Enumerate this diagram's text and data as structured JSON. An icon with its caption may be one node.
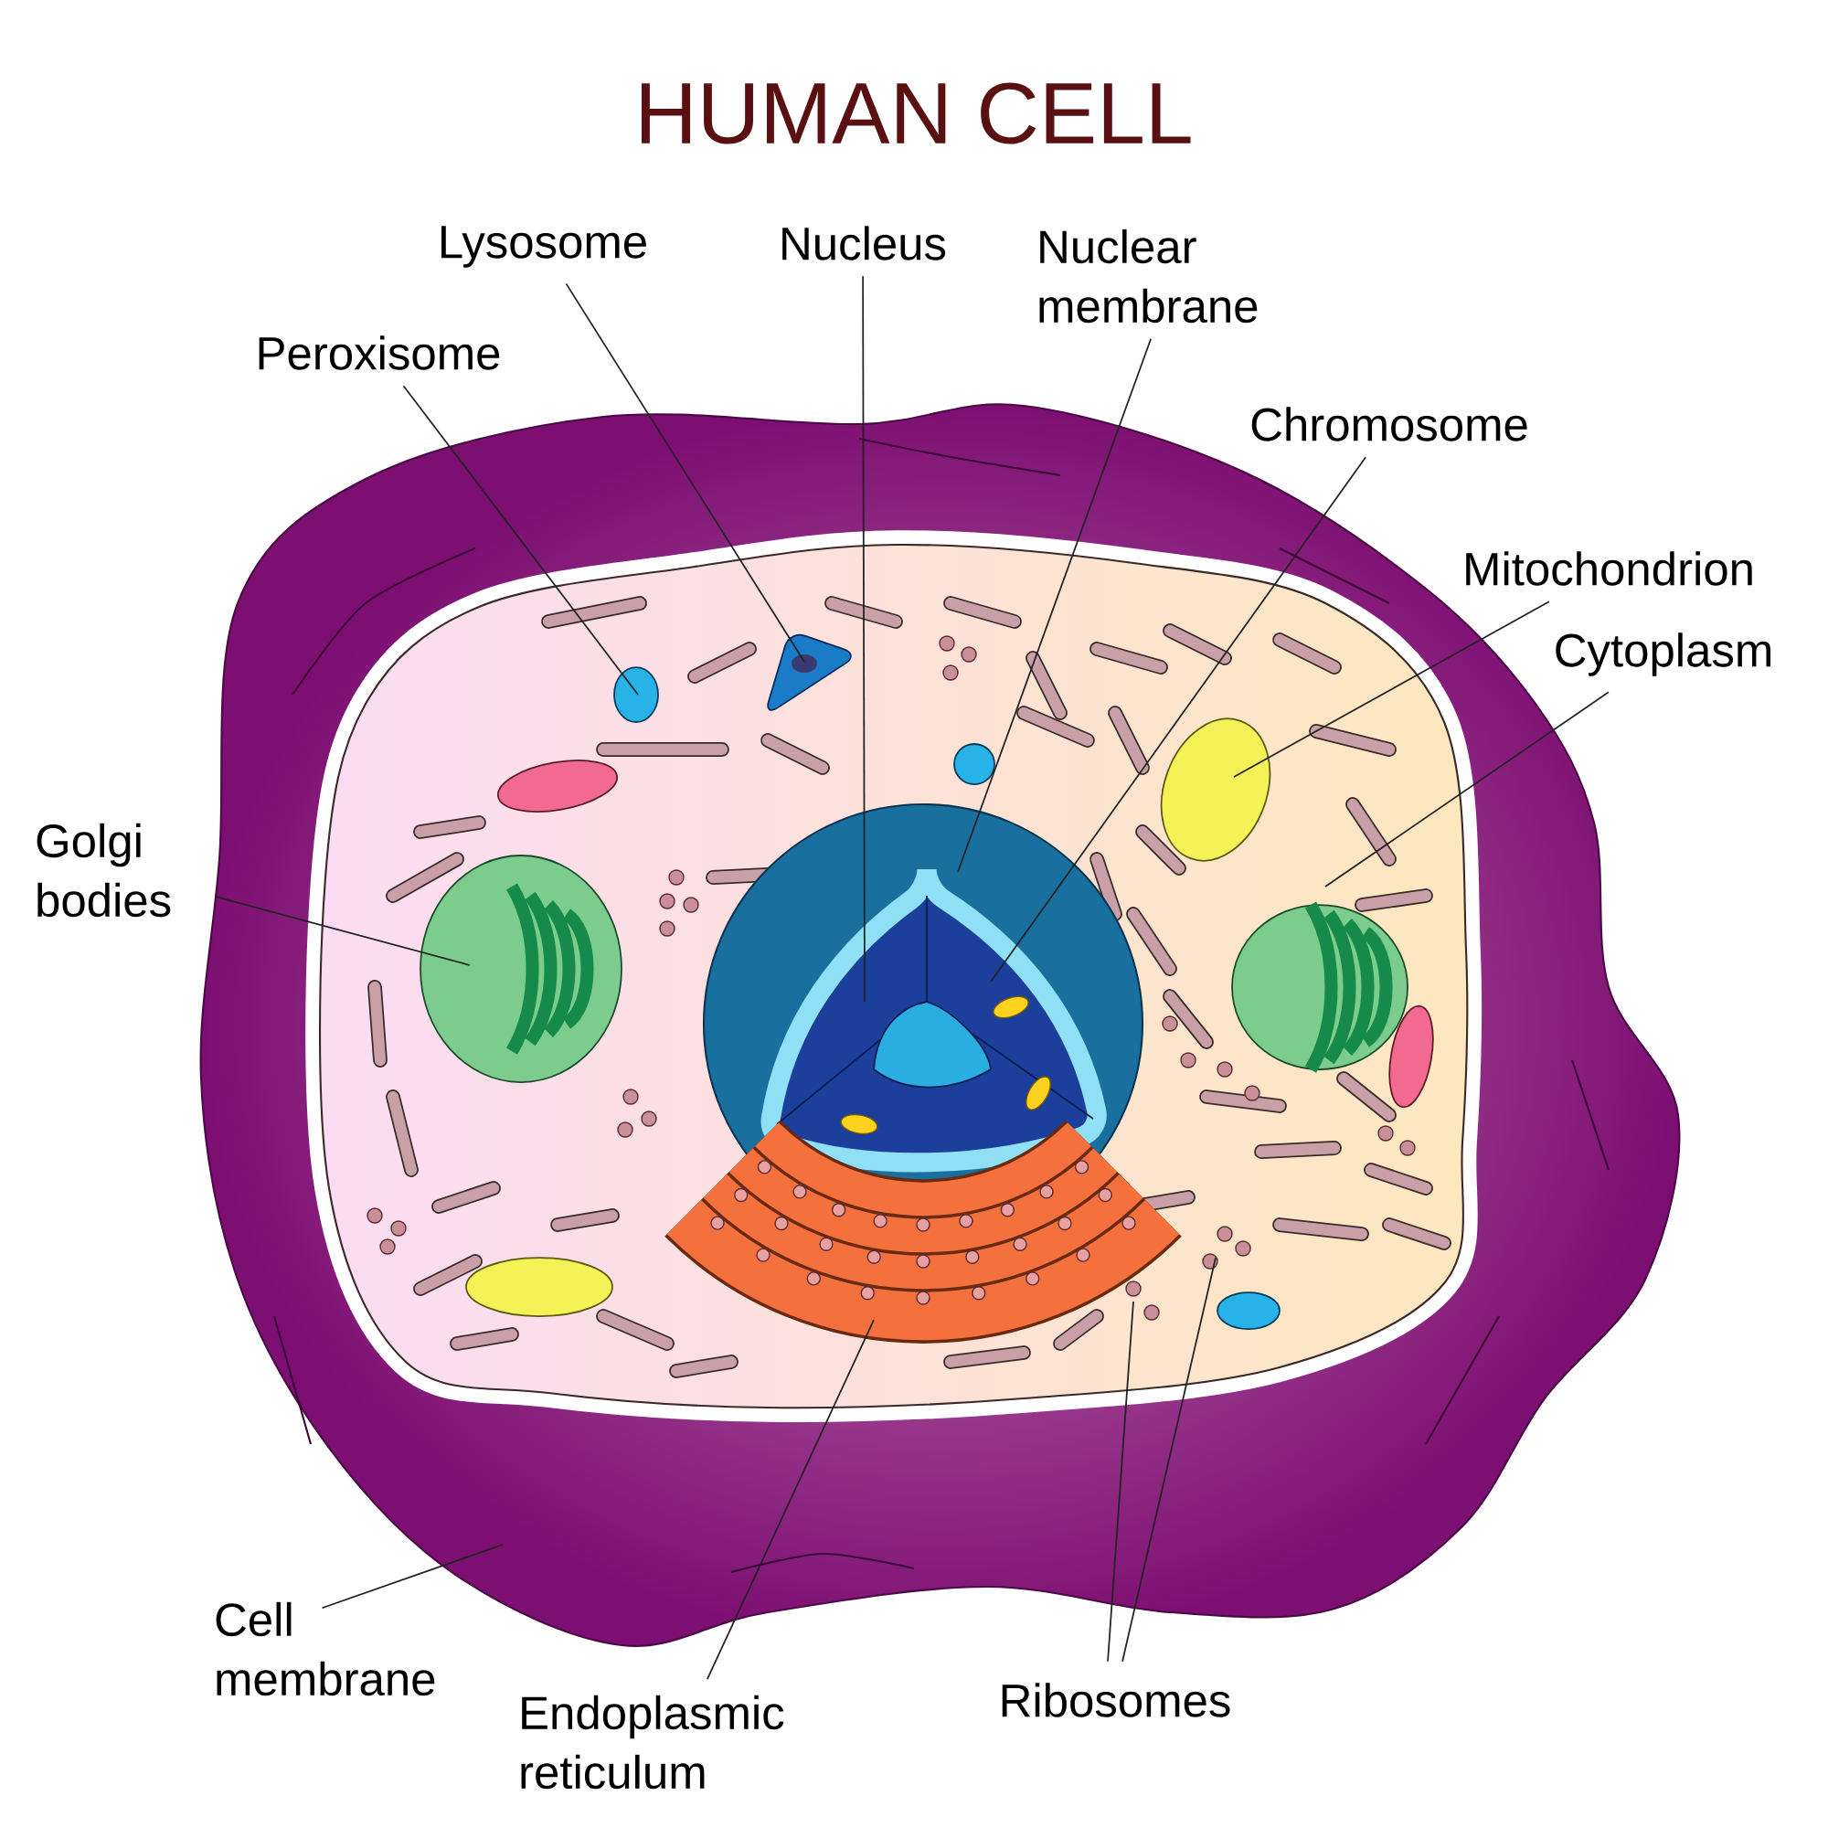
{
  "diagram": {
    "title": "HUMAN CELL",
    "nodes": [
      {
        "text": [
          "Lysosome"
        ]
      },
      {
        "text": [
          "Nucleus"
        ]
      },
      {
        "text": [
          "Nuclear membrane"
        ]
      },
      {
        "text": [
          "Peroxisome"
        ]
      },
      {
        "text": [
          "Chromosome"
        ]
      },
      {
        "text": [
          "Mitochondrion"
        ]
      },
      {
        "text": [
          "Cytoplasm"
        ]
      },
      {
        "text": [
          "Golgi bodies"
        ]
      },
      {
        "text": [
          "Cell membrane"
        ]
      },
      {
        "text": [
          "Endoplasmic reticulum"
        ]
      },
      {
        "text": [
          "Ribosomes"
        ]
      }
    ],
    "edges": [
      {
        "from": 0,
        "to": null,
        "arrow": "none"
      },
      {
        "from": 1,
        "to": null,
        "arrow": "none"
      },
      {
        "from": 2,
        "to": null,
        "arrow": "none"
      },
      {
        "from": 3,
        "to": null,
        "arrow": "none"
      },
      {
        "from": 4,
        "to": null,
        "arrow": "none"
      },
      {
        "from": 5,
        "to": null,
        "arrow": "none"
      },
      {
        "from": 6,
        "to": null,
        "arrow": "none"
      },
      {
        "from": 7,
        "to": null,
        "arrow": "none"
      },
      {
        "from": 8,
        "to": null,
        "arrow": "none"
      },
      {
        "from": 9,
        "to": null,
        "arrow": "none"
      },
      {
        "from": 10,
        "to": null,
        "arrow": "none"
      },
      {
        "from": 10,
        "to": null,
        "arrow": "none"
      }
    ]
  }
}
